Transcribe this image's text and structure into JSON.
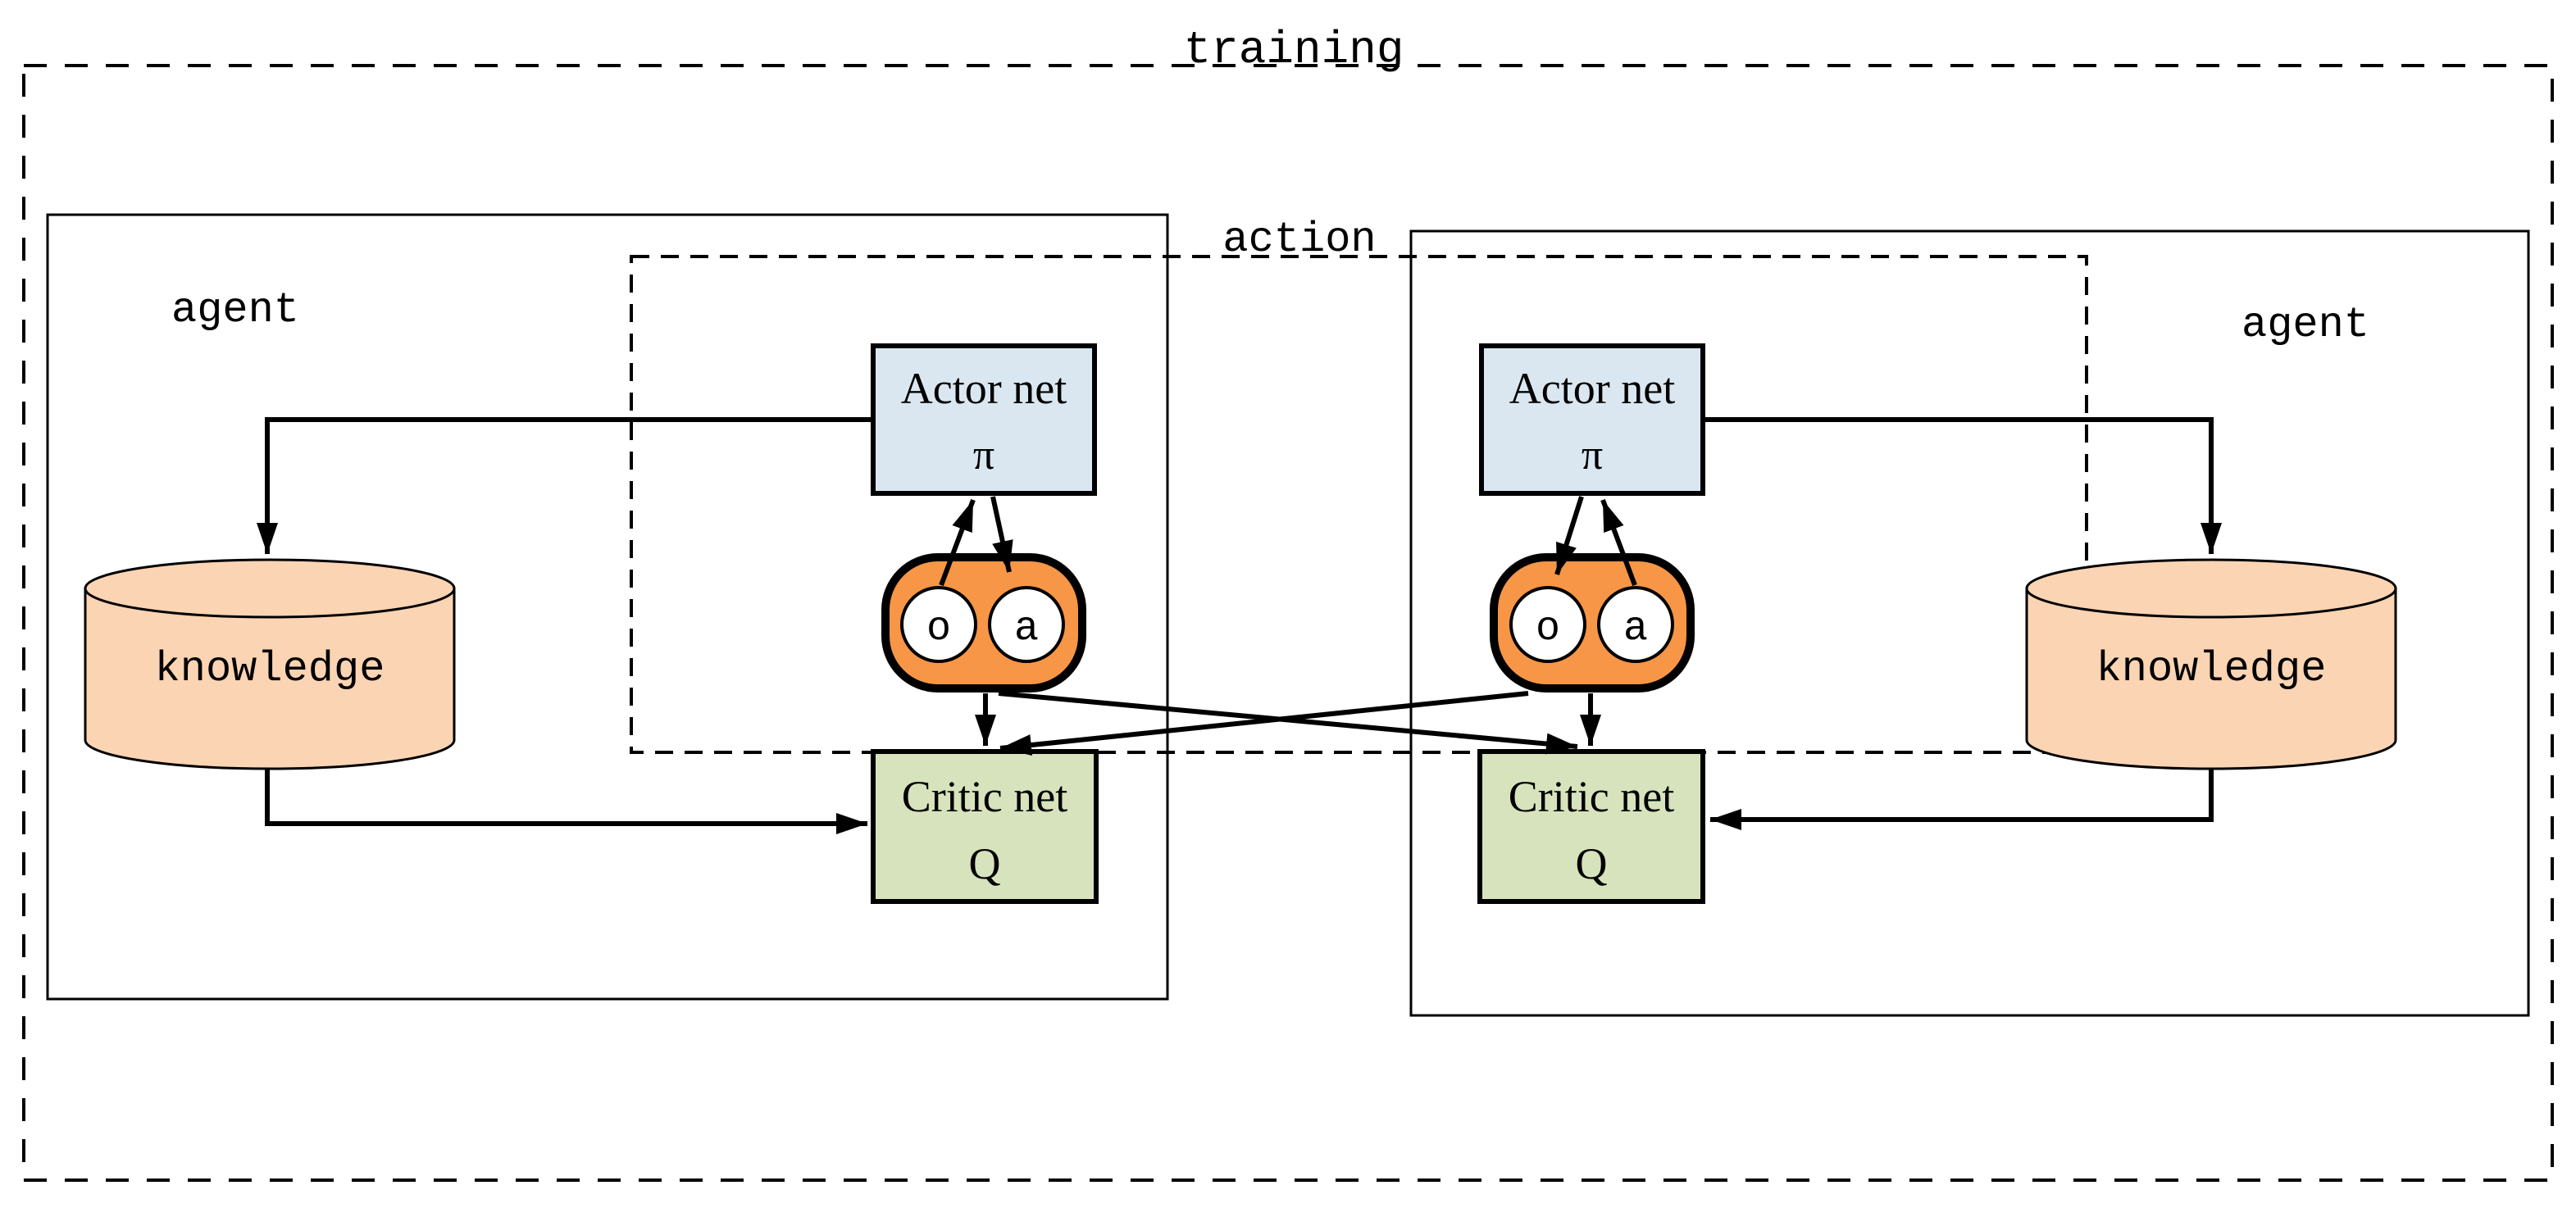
{
  "diagram": {
    "training_label": "training",
    "action_label": "action",
    "colors": {
      "background": "#FFFFFF",
      "line": "#000000",
      "actor_fill": "#DAE7F1",
      "critic_fill": "#D6E3BC",
      "knowledge_fill": "#FBD4B4",
      "capsule_fill": "#F79646",
      "circle_fill": "#FFFFFF"
    },
    "agents": [
      {
        "label": "agent",
        "knowledge_label": "knowledge",
        "actor": {
          "line1": "Actor net",
          "line2": "π"
        },
        "critic": {
          "line1": "Critic net",
          "line2": "Q"
        },
        "buffer": {
          "obs": "o",
          "act": "a"
        }
      },
      {
        "label": "agent",
        "knowledge_label": "knowledge",
        "actor": {
          "line1": "Actor net",
          "line2": "π"
        },
        "critic": {
          "line1": "Critic net",
          "line2": "Q"
        },
        "buffer": {
          "obs": "o",
          "act": "a"
        }
      }
    ]
  }
}
